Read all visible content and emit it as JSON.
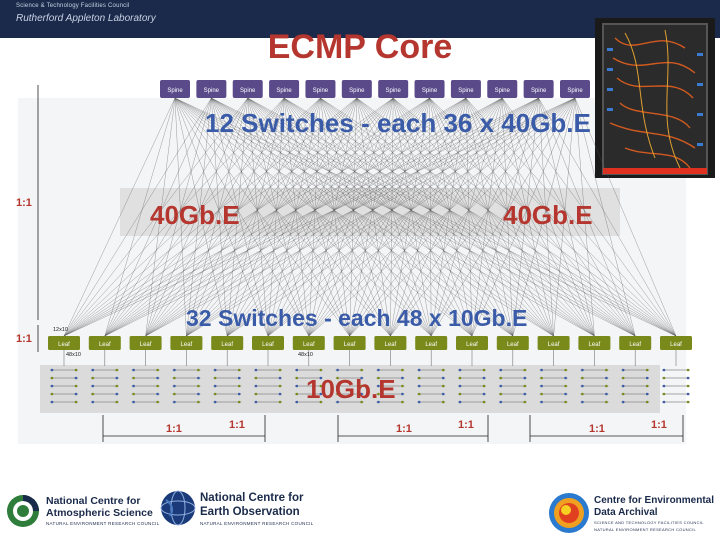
{
  "header": {
    "org_line1": "Science & Technology Facilities Council",
    "org_line2": "Rutherford Appleton Laboratory"
  },
  "title": "ECMP Core",
  "spine": {
    "label": "Spine",
    "count": 12,
    "caption": "12 Switches - each 36 x 40Gb.E"
  },
  "leaf": {
    "label": "Leaf",
    "count": 16,
    "caption": "32 Switches - each 48 x 10Gb.E",
    "uplink_label": "12x10",
    "downlink_label": "48x10"
  },
  "band_40g": {
    "left": "40Gb.E",
    "right": "40Gb.E"
  },
  "band_10g": "10Gb.E",
  "ratios": {
    "core": "1:1",
    "leaf": "1:1",
    "bottom": [
      "1:1",
      "1:1",
      "1:1",
      "1:1",
      "1:1",
      "1:1"
    ]
  },
  "colors": {
    "title": "#b5362e",
    "spine": "#5a4a8a",
    "leaf": "#7a8a1a",
    "accent_blue": "#3a5ba8",
    "ratio_red": "#b5362e",
    "band": "#d8d8d8"
  },
  "footer": {
    "ncas": {
      "line1": "National Centre for",
      "line2": "Atmospheric Science",
      "line3": "NATURAL ENVIRONMENT RESEARCH COUNCIL"
    },
    "nceo": {
      "line1": "National Centre for",
      "line2": "Earth Observation",
      "line3": "NATURAL ENVIRONMENT RESEARCH COUNCIL"
    },
    "ceda": {
      "line1": "Centre for Environmental",
      "line2": "Data Archival",
      "line3": "SCIENCE AND TECHNOLOGY FACILITIES COUNCIL",
      "line4": "NATURAL ENVIRONMENT RESEARCH COUNCIL"
    }
  }
}
